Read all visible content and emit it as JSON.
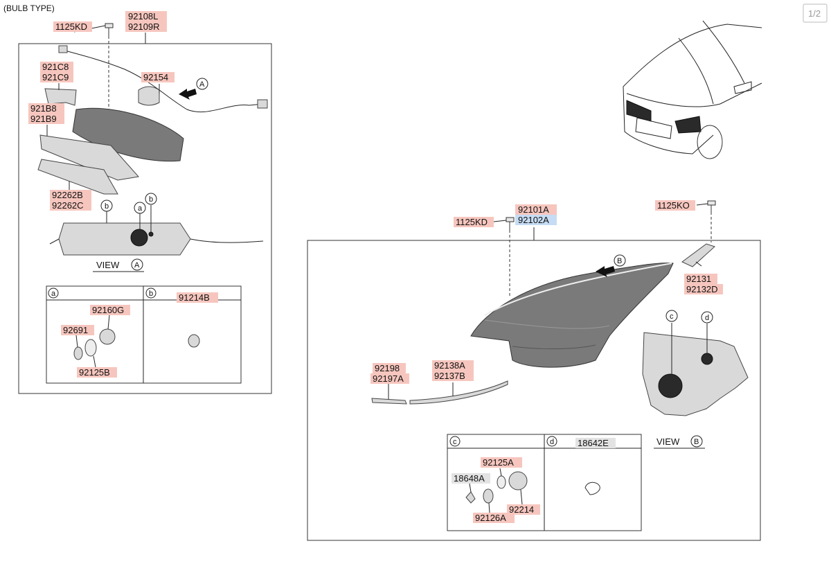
{
  "header": {
    "title": "(BULB TYPE)",
    "page": "1/2"
  },
  "left_assembly": {
    "labels": {
      "bolt": "1125KD",
      "assy_l": "92108L",
      "assy_r": "92109R",
      "bracket_a": "921C8",
      "bracket_b": "921C9",
      "harness": "92154",
      "cover_a": "921B8",
      "cover_b": "921B9",
      "garnish_a": "92262B",
      "garnish_b": "92262C"
    },
    "circles": {
      "a": "a",
      "b": "b",
      "view_tag": "A",
      "arrow_tag": "A"
    },
    "view_label": "VIEW",
    "detail_a": {
      "tag": "a",
      "part_socket": "92160G",
      "part_bulb": "92691",
      "part_seal": "92125B"
    },
    "detail_b": {
      "tag": "b",
      "part": "91214B"
    }
  },
  "right_assembly": {
    "labels": {
      "bolt_left": "1125KD",
      "assy_l": "92101A",
      "assy_r": "92102A",
      "bolt_right": "1125KO",
      "bracket_a": "92131",
      "bracket_b": "92132D",
      "garnish_a": "92198",
      "garnish_b": "92197A",
      "strip_a": "92138A",
      "strip_b": "92137B"
    },
    "circles": {
      "c": "c",
      "d": "d",
      "arrow_tag": "B",
      "view_tag": "B"
    },
    "view_label": "VIEW",
    "detail_c": {
      "tag": "c",
      "part_cap": "92125A",
      "part_bulb": "18648A",
      "part_socket": "92126A",
      "part_seal": "92214"
    },
    "detail_d": {
      "tag": "d",
      "part": "18642E"
    }
  },
  "colors": {
    "highlight_red": "#f6c6be",
    "highlight_blue": "#c6dcf4",
    "highlight_gray": "#e3e3e3"
  }
}
